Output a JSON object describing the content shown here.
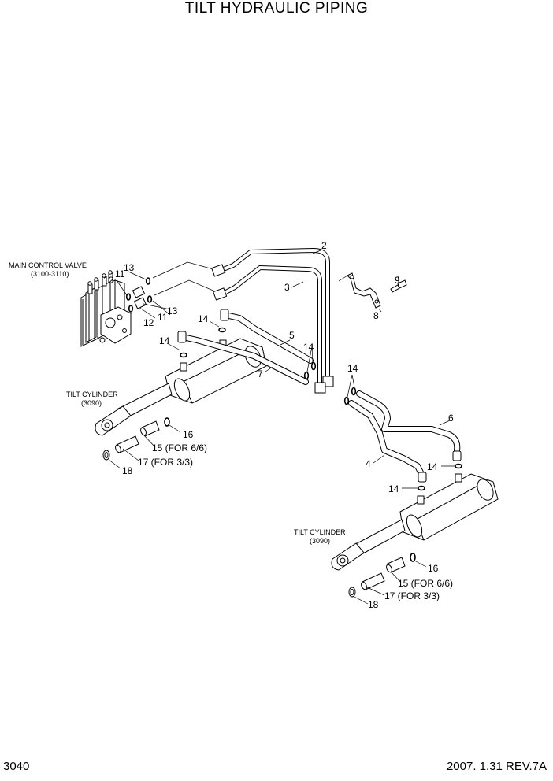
{
  "title": "TILT HYDRAULIC PIPING",
  "page_number": "3040",
  "revision": "2007. 1.31  REV.7A",
  "component_labels": {
    "main_control_valve": "MAIN CONTROL VALVE",
    "main_control_valve_ref": "(3100-3110)",
    "tilt_cylinder": "TILT CYLINDER",
    "tilt_cylinder_ref": "(3090)"
  },
  "callouts": {
    "c2": "2",
    "c3": "3",
    "c4": "4",
    "c5": "5",
    "c6": "6",
    "c7": "7",
    "c8": "8",
    "c9": "9",
    "c11": "11",
    "c12": "12",
    "c13": "13",
    "c14": "14",
    "c15": "15 (FOR 6/6)",
    "c16": "16",
    "c17": "17 (FOR 3/3)",
    "c18": "18"
  }
}
